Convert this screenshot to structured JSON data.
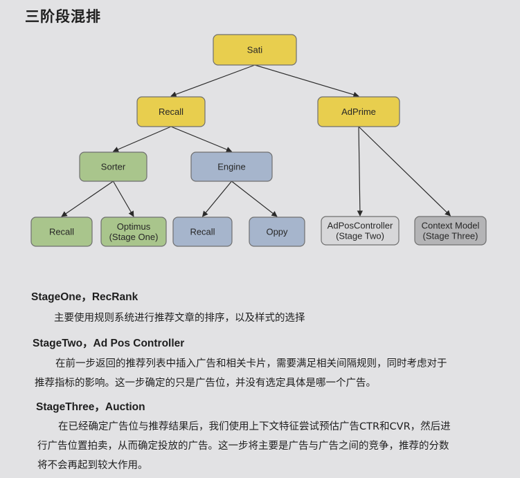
{
  "title": "三阶段混排",
  "diagram": {
    "nodes": [
      {
        "id": "sati",
        "lines": [
          "Sati"
        ],
        "fill": "#e8ce4e"
      },
      {
        "id": "recall-top",
        "lines": [
          "Recall"
        ],
        "fill": "#e8ce4e"
      },
      {
        "id": "adprime",
        "lines": [
          "AdPrime"
        ],
        "fill": "#e8ce4e"
      },
      {
        "id": "sorter",
        "lines": [
          "Sorter"
        ],
        "fill": "#a9c58c"
      },
      {
        "id": "engine",
        "lines": [
          "Engine"
        ],
        "fill": "#a6b5cc"
      },
      {
        "id": "recall-sorter",
        "lines": [
          "Recall"
        ],
        "fill": "#a9c58c"
      },
      {
        "id": "optimus",
        "lines": [
          "Optimus",
          "(Stage One)"
        ],
        "fill": "#a9c58c"
      },
      {
        "id": "recall-engine",
        "lines": [
          "Recall"
        ],
        "fill": "#a6b5cc"
      },
      {
        "id": "oppy",
        "lines": [
          "Oppy"
        ],
        "fill": "#a6b5cc"
      },
      {
        "id": "adposcontroller",
        "lines": [
          "AdPosController",
          "(Stage Two)"
        ],
        "fill": "#d7d7d9"
      },
      {
        "id": "context-model",
        "lines": [
          "Context Model",
          "(Stage Three)"
        ],
        "fill": "#b4b4b6"
      }
    ],
    "edges": [
      [
        "sati",
        "recall-top"
      ],
      [
        "sati",
        "adprime"
      ],
      [
        "recall-top",
        "sorter"
      ],
      [
        "recall-top",
        "engine"
      ],
      [
        "sorter",
        "recall-sorter"
      ],
      [
        "sorter",
        "optimus"
      ],
      [
        "engine",
        "recall-engine"
      ],
      [
        "engine",
        "oppy"
      ],
      [
        "adprime",
        "adposcontroller"
      ],
      [
        "adprime",
        "context-model"
      ]
    ]
  },
  "sections": [
    {
      "heading": "StageOne，RecRank",
      "lines": [
        "主要使用规则系统进行推荐文章的排序，以及样式的选择"
      ]
    },
    {
      "heading": "StageTwo，Ad Pos Controller",
      "lines": [
        "在前一步返回的推荐列表中插入广告和相关卡片，需要满足相关间隔规则，同时考虑对于",
        "推荐指标的影响。这一步确定的只是广告位，并没有选定具体是哪一个广告。"
      ]
    },
    {
      "heading": "StageThree，Auction",
      "lines": [
        "在已经确定广告位与推荐结果后，我们使用上下文特征尝试预估广告CTR和CVR，然后进",
        "行广告位置拍卖，从而确定投放的广告。这一步将主要是广告与广告之间的竞争，推荐的分数",
        "将不会再起到较大作用。"
      ]
    }
  ]
}
